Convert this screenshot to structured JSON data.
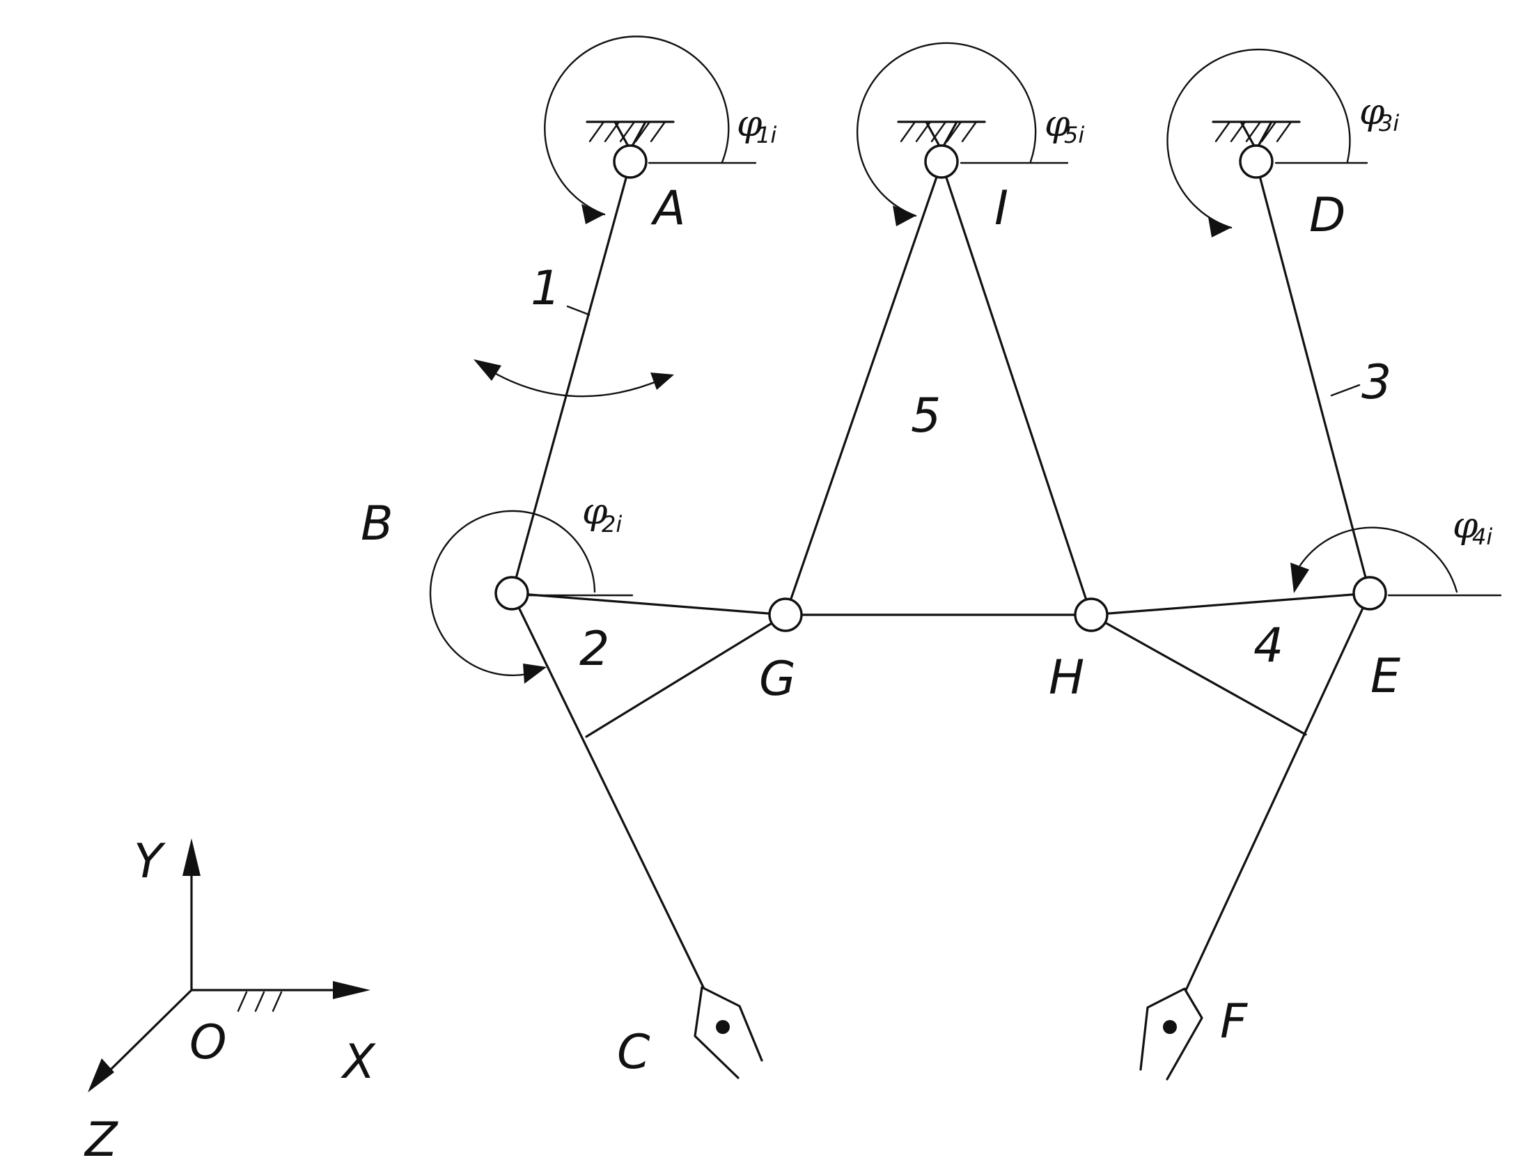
{
  "points": {
    "A": "A",
    "B": "B",
    "C": "C",
    "D": "D",
    "E": "E",
    "F": "F",
    "G": "G",
    "H": "H",
    "I": "I",
    "O": "O"
  },
  "links": {
    "link1": "1",
    "link2": "2",
    "link3": "3",
    "link4": "4",
    "link5": "5"
  },
  "angles": {
    "phi1": {
      "sym": "φ",
      "sub": "1i"
    },
    "phi2": {
      "sym": "φ",
      "sub": "2i"
    },
    "phi3": {
      "sym": "φ",
      "sub": "3i"
    },
    "phi4": {
      "sym": "φ",
      "sub": "4i"
    },
    "phi5": {
      "sym": "φ",
      "sub": "5i"
    }
  },
  "axes": {
    "x": "X",
    "y": "Y",
    "z": "Z"
  }
}
